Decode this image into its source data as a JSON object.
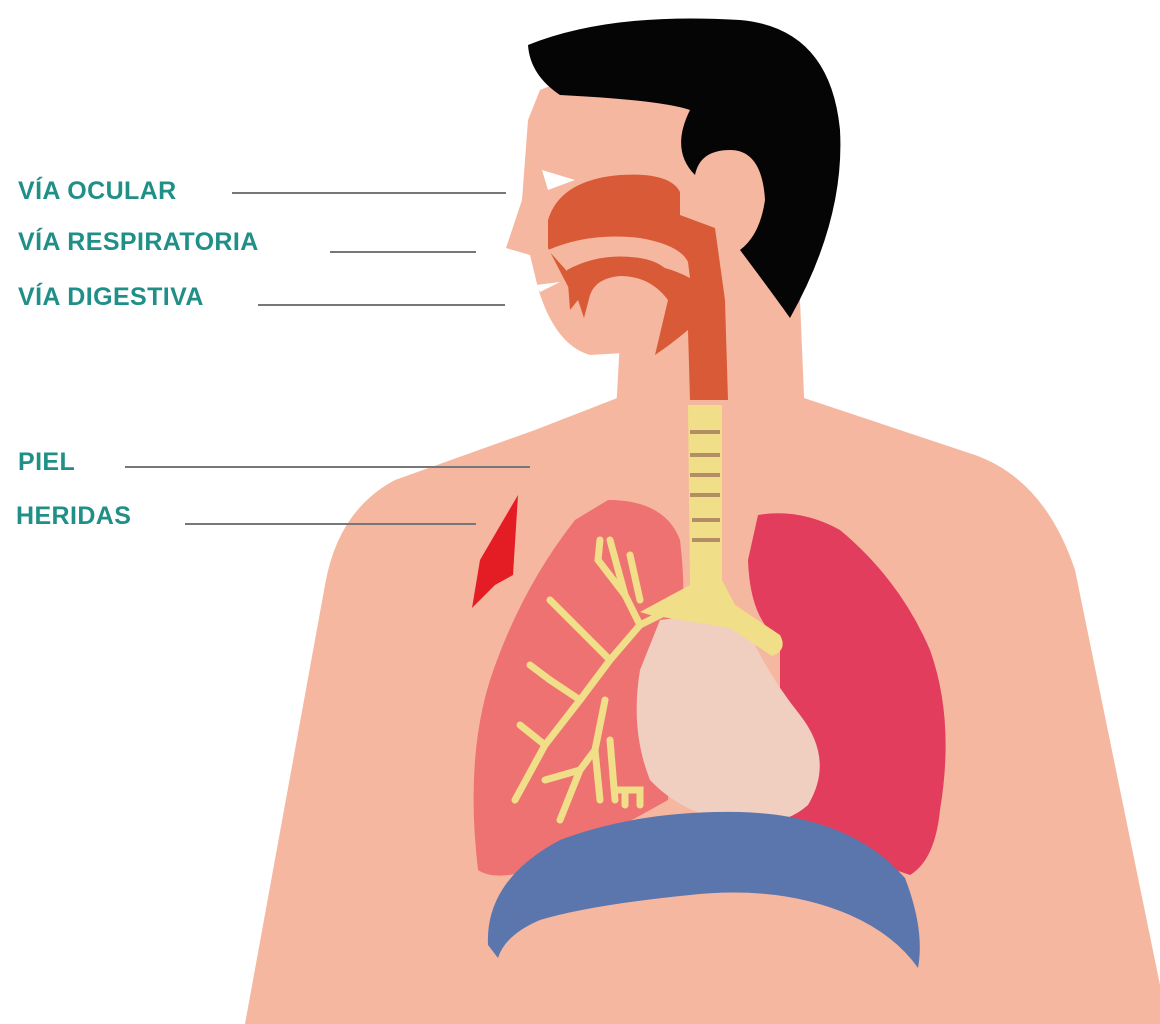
{
  "colors": {
    "label_text": "#1f8f87",
    "leader_line": "#777777",
    "skin": "#f6b7a0",
    "hair": "#050505",
    "airway_tract": "#d95a36",
    "trachea": "#f1de88",
    "trachea_rings": "#b38d66",
    "left_lung": "#ef7272",
    "right_lung": "#e23d5c",
    "heart": "#f0cfc0",
    "diaphragm": "#5b76ad",
    "wound": "#e41c24"
  },
  "labels": {
    "ocular": "VÍA OCULAR",
    "respiratory": "VÍA RESPIRATORIA",
    "digestive": "VÍA DIGESTIVA",
    "skin": "PIEL",
    "wounds": "HERIDAS"
  }
}
